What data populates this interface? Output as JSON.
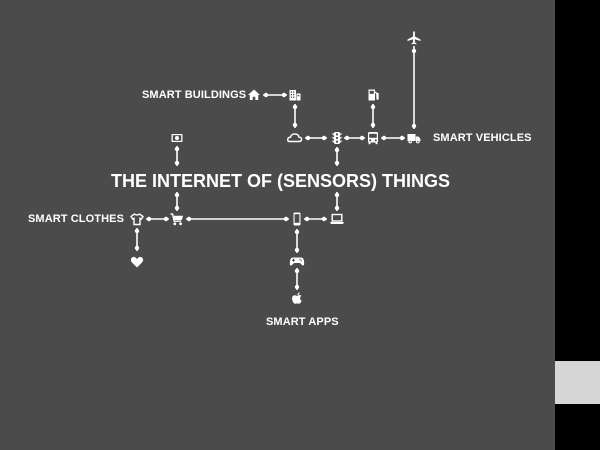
{
  "title": "THE INTERNET OF (SENSORS) THINGS",
  "labels": {
    "smart_buildings": "SMART BUILDINGS",
    "smart_vehicles": "SMART VEHICLES",
    "smart_clothes": "SMART CLOTHES",
    "smart_apps": "SMART APPS"
  },
  "colors": {
    "slide_background": "#4b4b4b",
    "side_background": "#000000",
    "side_tab": "#d6d6d6",
    "foreground": "#ffffff"
  },
  "icons": [
    "home-icon",
    "building-icon",
    "fuel-pump-icon",
    "airplane-icon",
    "cloud-icon",
    "traffic-light-icon",
    "bus-icon",
    "truck-icon",
    "camera-icon",
    "shopping-cart-icon",
    "shirt-icon",
    "heart-icon",
    "smartphone-icon",
    "laptop-icon",
    "gamepad-icon",
    "apple-icon"
  ]
}
